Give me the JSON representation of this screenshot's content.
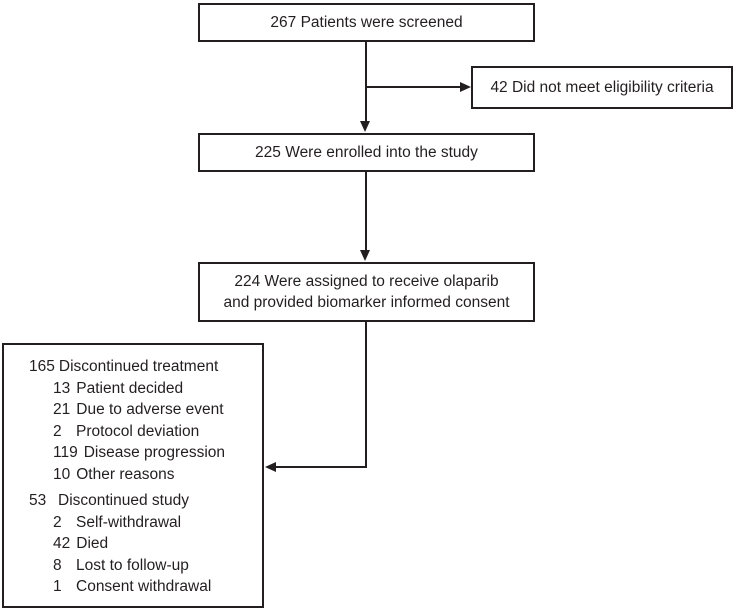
{
  "diagram": {
    "bg": "#ffffff",
    "ink": "#231f20",
    "boxes": {
      "screened": {
        "text": "267 Patients were screened"
      },
      "not_eligible": {
        "text": "42 Did not meet eligibility criteria"
      },
      "enrolled": {
        "text": "225 Were enrolled into the study"
      },
      "assigned": {
        "line1": "224 Were assigned to receive olaparib",
        "line2": "and provided biomarker informed consent"
      },
      "discontinued": {
        "sections": [
          {
            "count": "165",
            "label": "Discontinued treatment",
            "items": [
              {
                "count": "13",
                "label": "Patient decided"
              },
              {
                "count": "21",
                "label": "Due to adverse event"
              },
              {
                "count": "2",
                "label": "Protocol deviation"
              },
              {
                "count": "119",
                "label": "Disease progression"
              },
              {
                "count": "10",
                "label": "Other reasons"
              }
            ]
          },
          {
            "count": "53",
            "label": "Discontinued study",
            "items": [
              {
                "count": "2",
                "label": "Self-withdrawal"
              },
              {
                "count": "42",
                "label": "Died"
              },
              {
                "count": "8",
                "label": "Lost to follow-up"
              },
              {
                "count": "1",
                "label": "Consent withdrawal"
              }
            ]
          }
        ]
      }
    }
  }
}
